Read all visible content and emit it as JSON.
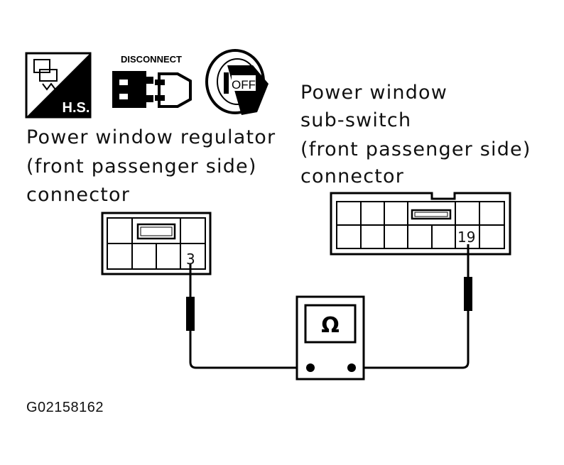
{
  "icons": {
    "hs_label": "H.S.",
    "disconnect_label": "DISCONNECT",
    "ignition_label": "OFF"
  },
  "left_connector": {
    "title_lines": [
      "Power window regulator",
      "(front passenger side)",
      "connector"
    ],
    "pin_label": "3"
  },
  "right_connector": {
    "title_lines": [
      "Power window",
      "sub-switch",
      "(front passenger side)",
      "connector"
    ],
    "pin_label": "19"
  },
  "meter": {
    "symbol": "Ω",
    "icon": "ohmmeter-icon"
  },
  "figure_id": "G02158162"
}
